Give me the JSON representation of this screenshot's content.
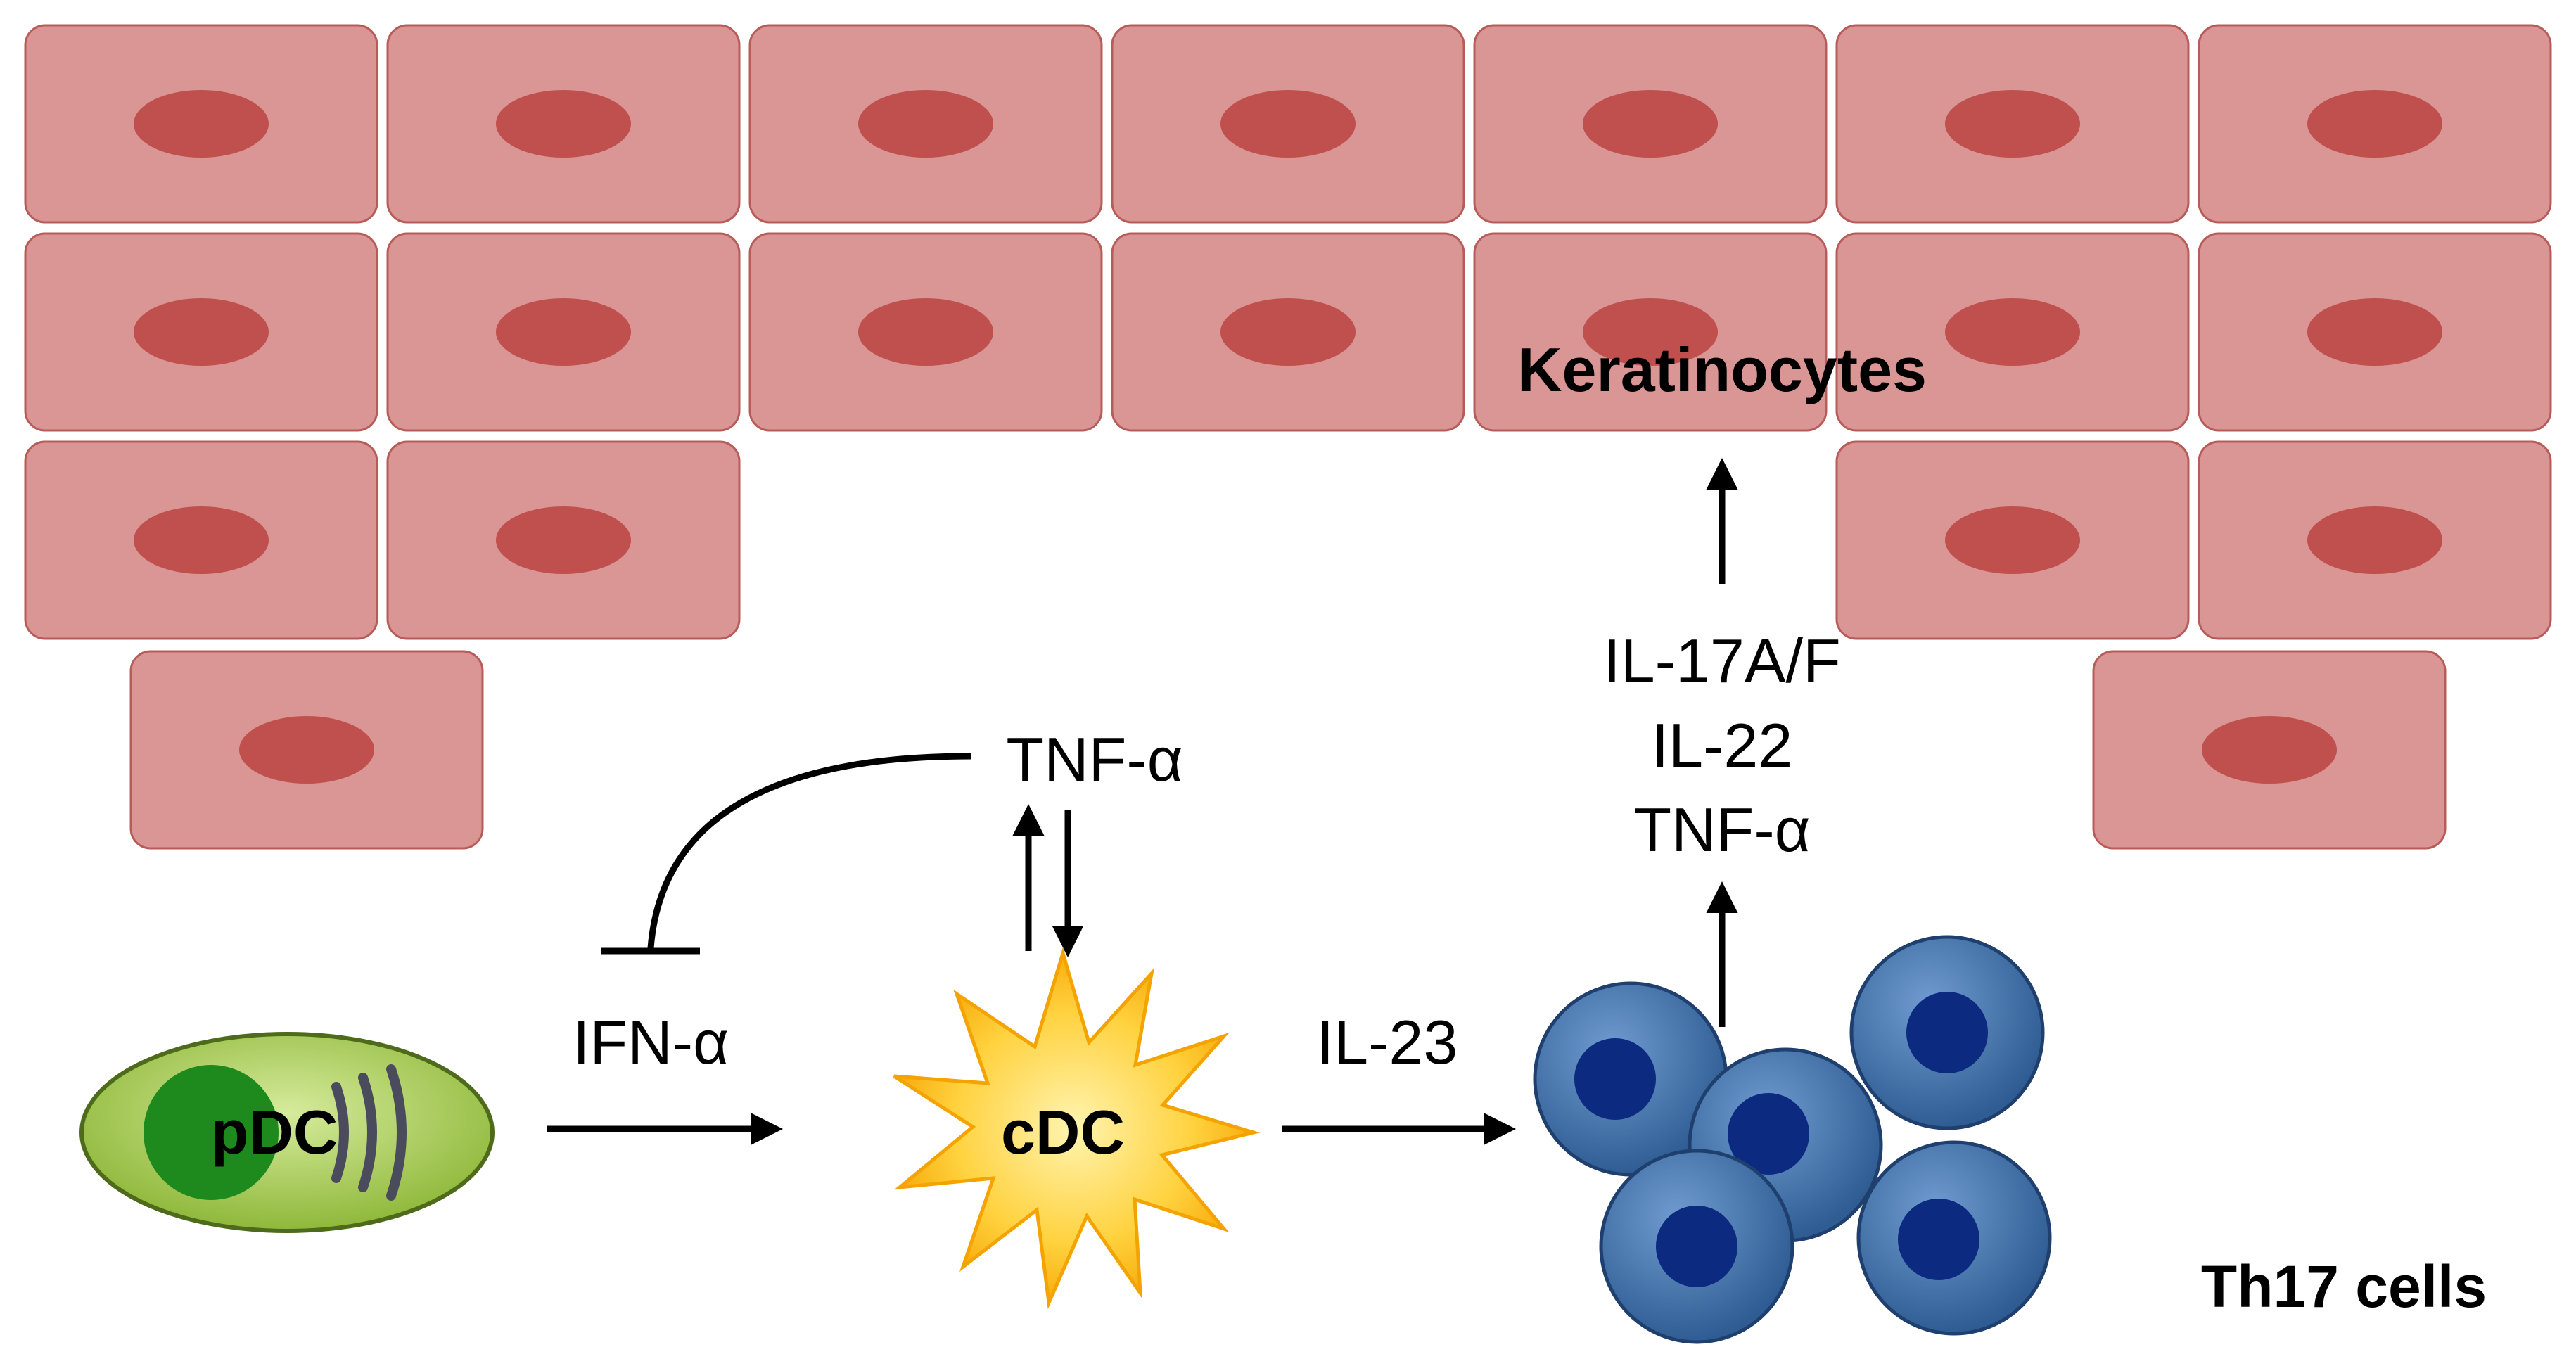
{
  "labels": {
    "keratinocytes": "Keratinocytes",
    "il17af": "IL-17A/F",
    "il22": "IL-22",
    "tnf_th17": "TNF-α",
    "tnf_cdc": "TNF-α",
    "ifn": "IFN-α",
    "il23": "IL-23",
    "pdc": "pDC",
    "cdc": "cDC",
    "th17": "Th17 cells"
  },
  "colors": {
    "keratinocyte_body": "#d99694",
    "keratinocyte_nucleus": "#c0504d",
    "pdc_body": "#a9cc5a",
    "pdc_nucleus": "#1e7a1e",
    "cdc_star": "#ffc000",
    "th17_body": "#3e6ea6",
    "th17_nucleus": "#0b2a80"
  },
  "icons": {
    "keratinocyte": "keratinocyte-cell-icon",
    "pdc": "plasmacytoid-dendritic-cell-icon",
    "cdc": "conventional-dendritic-cell-star-icon",
    "th17": "th17-cell-icon"
  }
}
